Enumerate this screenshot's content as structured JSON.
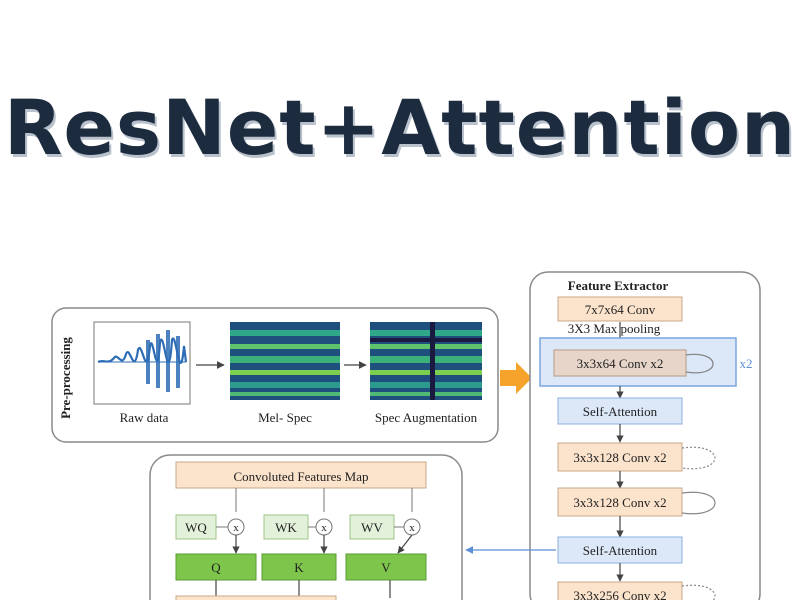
{
  "title": "ResNet+Attention",
  "preprocessing": {
    "side_label": "Pre-processing",
    "steps": [
      "Raw data",
      "Mel- Spec",
      "Spec Augmentation"
    ]
  },
  "feature_extractor": {
    "heading": "Feature Extractor",
    "conv1": "7x7x64 Conv",
    "pool": "3X3 Max pooling",
    "block1": "3x3x64 Conv x2",
    "repeat": "x2",
    "attn1": "Self-Attention",
    "block2": "3x3x128 Conv x2",
    "block3": "3x3x128 Conv x2",
    "attn2": "Self-Attention",
    "block4": "3x3x256 Conv x2"
  },
  "attention_module": {
    "features_map": "Convoluted Features Map",
    "weights": [
      "WQ",
      "WK",
      "WV"
    ],
    "multiply": "x",
    "outputs": [
      "Q",
      "K",
      "V"
    ]
  },
  "colors": {
    "title": "#1c2b3e",
    "box_peach": "#fbe3cc",
    "box_blue": "#dce8f8",
    "box_green": "#7ec64b",
    "box_lightgreen": "#e3f1da",
    "arrow_orange": "#f6a32b",
    "connector_blue": "#5b8fd6"
  }
}
